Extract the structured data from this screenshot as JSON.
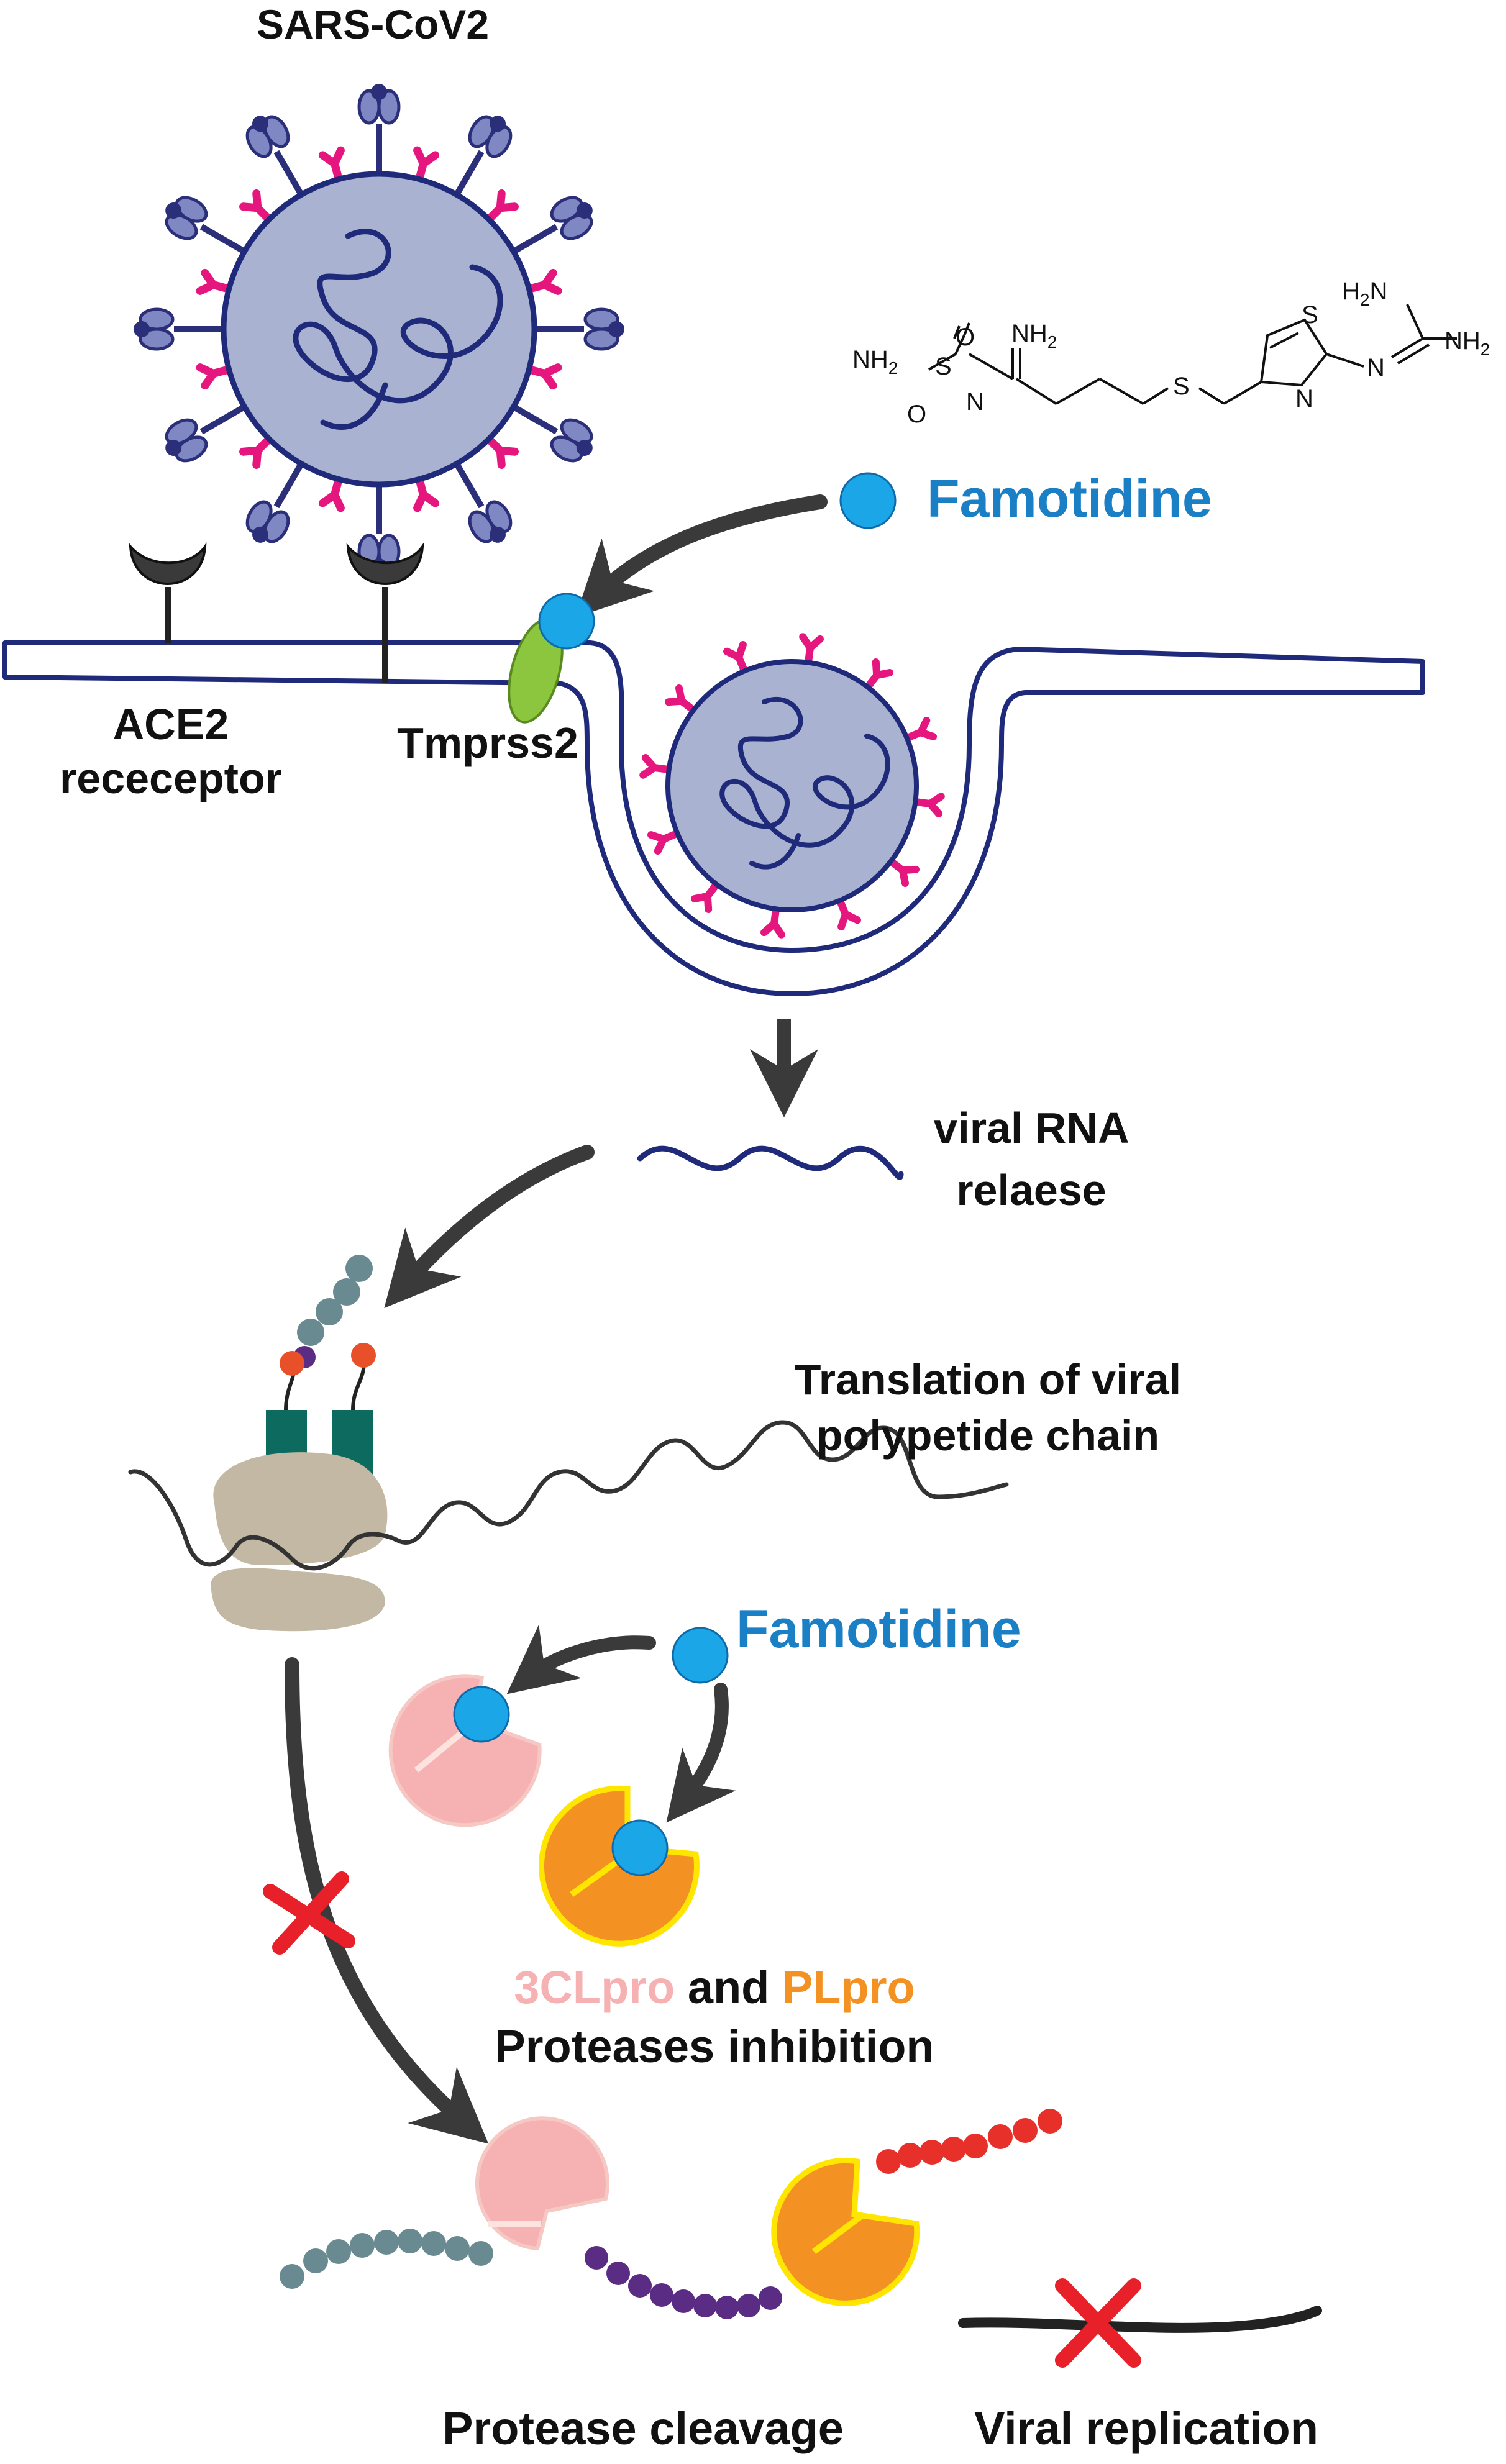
{
  "labels": {
    "virus_title": "SARS-CoV2",
    "drug_name_top": "Famotidine",
    "drug_name_mid": "Famotidine",
    "ace2_line1": "ACE2",
    "ace2_line2": "receceptor",
    "tmprss2": "Tmprss2",
    "rna_release_line1": "viral RNA",
    "rna_release_line2": "relaese",
    "translation_line1": "Translation of viral",
    "translation_line2": "polypetide chain",
    "protease_3cl": "3CLpro",
    "protease_and": " and ",
    "protease_pl": "PLpro",
    "inhibition": "Proteases inhibition",
    "cleavage": "Protease cleavage",
    "replication": "Viral replication"
  },
  "chemistry": {
    "nh2_a": "NH",
    "sub_2": "2",
    "nh2_b": "NH",
    "h2n": "H",
    "h2n_n": "N",
    "nh2_c": "NH",
    "s_atom": "S",
    "o_atom": "O",
    "n_atom": "N"
  },
  "colors": {
    "drug_blue": "#1a7fc4",
    "drug_dot": "#1ba6e8",
    "membrane": "#1f2a7a",
    "virion_fill": "#a9b3d1",
    "spike_pink": "#e6167f",
    "spike_blue": "#2b2f7a",
    "tmprss2_green": "#8cc63f",
    "ribosome": "#c2b8a3",
    "trna_teal": "#0c6b5e",
    "pro_3cl": "#f6b2b3",
    "pro_pl": "#f39223",
    "pl_outline": "#ffe600",
    "red_x": "#e8202a",
    "arrow": "#3a3a3a"
  }
}
